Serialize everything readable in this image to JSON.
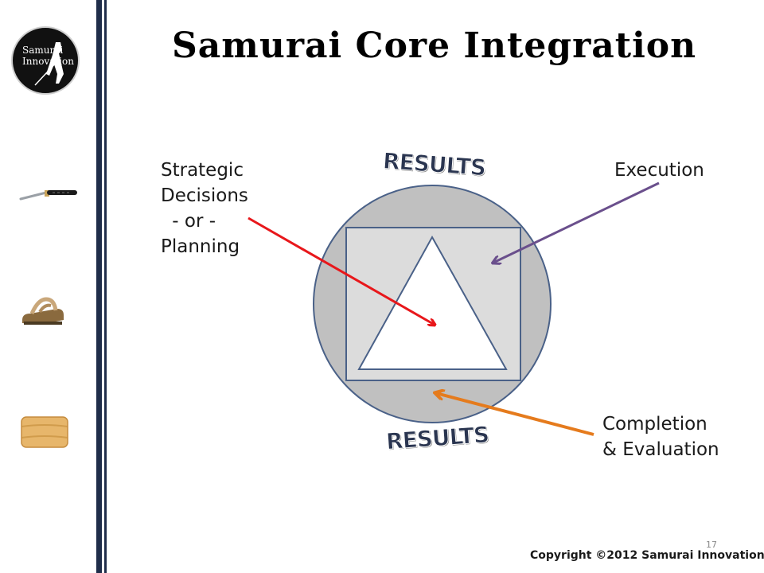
{
  "slide": {
    "title": "Samurai Core Integration",
    "logo": {
      "line1": "Samurai",
      "line2": "Innovation"
    },
    "sidebar_icons": [
      "katana-icon",
      "sandal-icon",
      "folded-cloth-icon"
    ],
    "labels": {
      "strategic_line1": "Strategic",
      "strategic_line2": "Decisions",
      "strategic_line3": " - or -",
      "strategic_line4": "Planning",
      "execution": "Execution",
      "completion_line1": "Completion",
      "completion_line2": "& Evaluation"
    },
    "results_top": "RESULTS",
    "results_bottom": "RESULTS",
    "page_number": "17",
    "copyright": "Copyright ©2012 Samurai Innovation"
  },
  "colors": {
    "circle_fill": "#c0c0c0",
    "square_fill": "#dcdcdc",
    "shape_stroke": "#4a6188",
    "arrow_planning": "#e8171b",
    "arrow_execution": "#6a4f8c",
    "arrow_completion": "#e57b1d",
    "sidebar_bar": "#1f2d4a"
  }
}
